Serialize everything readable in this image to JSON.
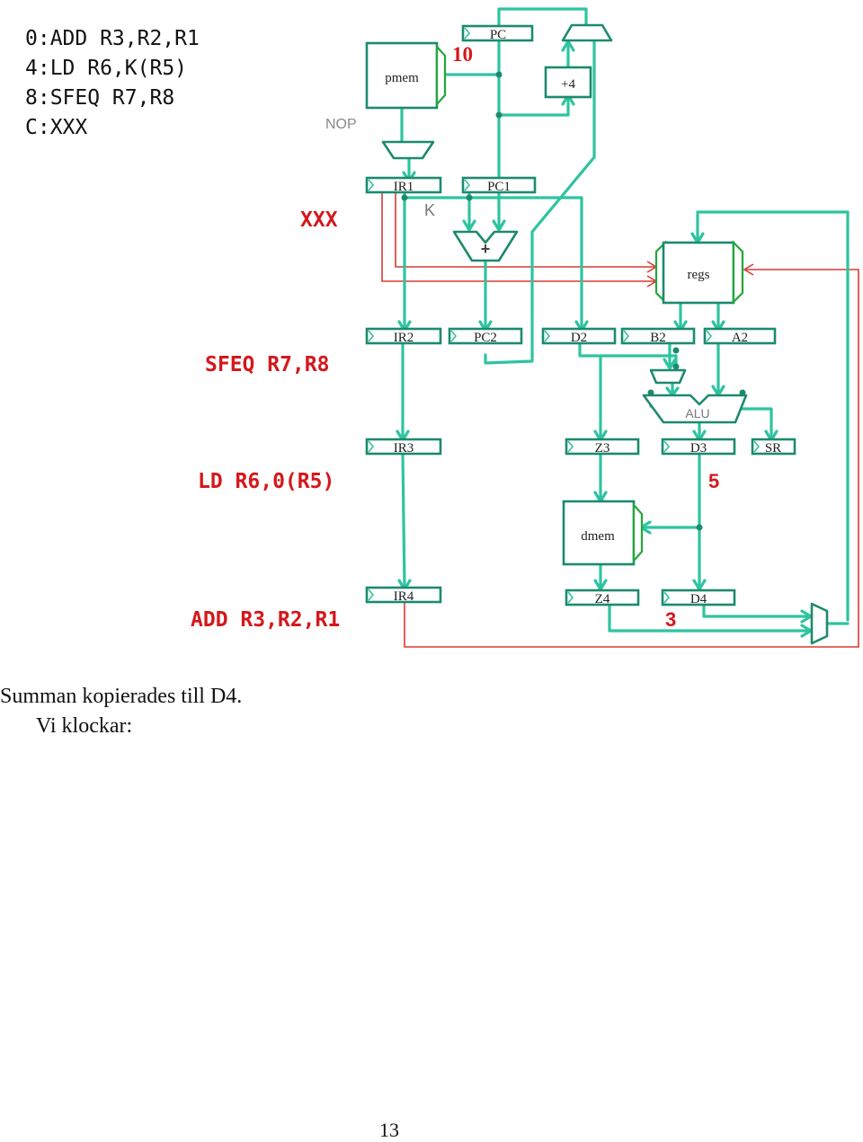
{
  "program": {
    "lines": [
      "0:ADD R3,R2,R1",
      "4:LD R6,K(R5)",
      "8:SFEQ R7,R8",
      "C:XXX"
    ]
  },
  "stages": {
    "fetch_label": "XXX",
    "decode_label": "SFEQ R7,R8",
    "execute_label": "LD R6,0(R5)",
    "writeback_label": "ADD R3,R2,R1"
  },
  "values": {
    "pc_next": "10",
    "d3_value": "5",
    "d4_value": "3"
  },
  "blocks": {
    "pmem": "pmem",
    "pc": "PC",
    "plus4": "+4",
    "nop": "NOP",
    "k": "K",
    "adder": "+",
    "regs": "regs",
    "alu": "ALU",
    "dmem": "dmem"
  },
  "registers": {
    "ir1": "IR1",
    "pc1": "PC1",
    "ir2": "IR2",
    "pc2": "PC2",
    "d2": "D2",
    "b2": "B2",
    "a2": "A2",
    "ir3": "IR3",
    "z3": "Z3",
    "d3": "D3",
    "sr": "SR",
    "ir4": "IR4",
    "z4": "Z4",
    "d4": "D4"
  },
  "caption": {
    "line1": "Summan kopierades till D4.",
    "line2": "Vi klockar:"
  },
  "page_number": "13",
  "colors": {
    "wire": "#2ec4a0",
    "block_stroke": "#1d8a6e",
    "port": "#22a83a",
    "feedback_wire": "#d83a32",
    "highlight_text": "#d4181c"
  }
}
